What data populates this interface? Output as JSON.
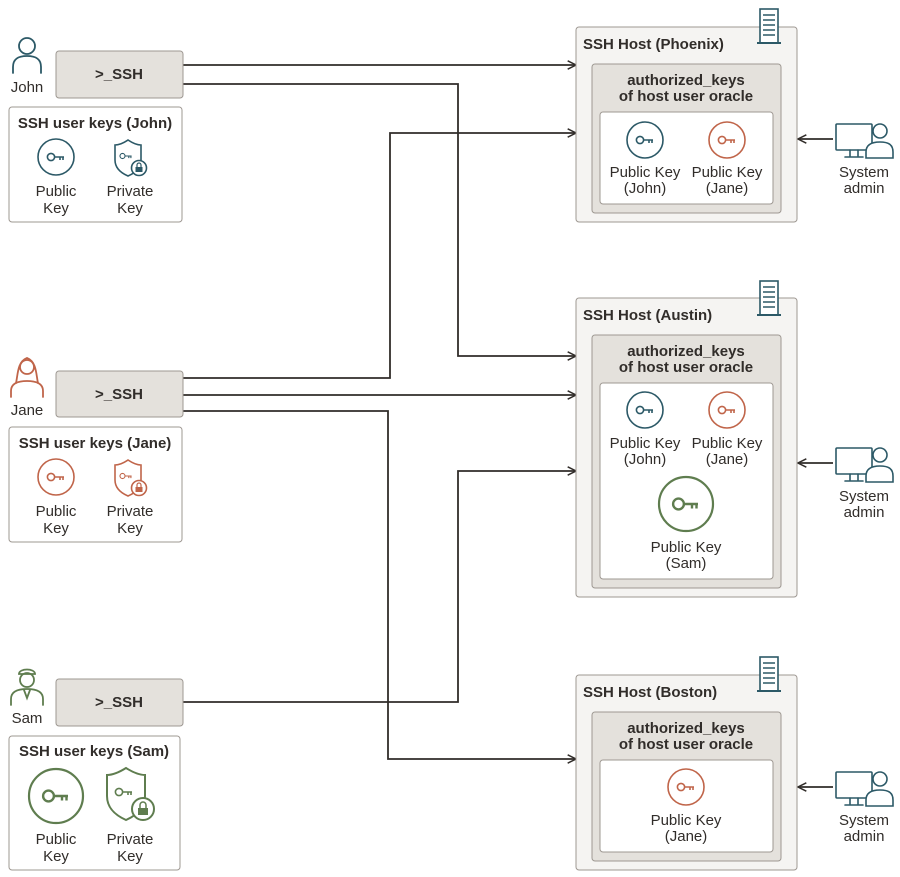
{
  "colors": {
    "john": "#2c5967",
    "jane": "#c0654a",
    "sam": "#5f7d4f",
    "host_bg": "#f5f4f2",
    "inner_bg": "#e4e1dc",
    "border": "#9e9892",
    "line": "#312d2a"
  },
  "users": [
    {
      "name": "John",
      "ssh_label": ">_SSH",
      "keys_title": "SSH user keys (John)",
      "public_label": [
        "Public",
        "Key"
      ],
      "private_label": [
        "Private",
        "Key"
      ],
      "icon": "person-icon"
    },
    {
      "name": "Jane",
      "ssh_label": ">_SSH",
      "keys_title": "SSH user keys (Jane)",
      "public_label": [
        "Public",
        "Key"
      ],
      "private_label": [
        "Private",
        "Key"
      ],
      "icon": "person-female-icon"
    },
    {
      "name": "Sam",
      "ssh_label": ">_SSH",
      "keys_title": "SSH user keys (Sam)",
      "public_label": [
        "Public",
        "Key"
      ],
      "private_label": [
        "Private",
        "Key"
      ],
      "icon": "person-cap-icon"
    }
  ],
  "hosts": [
    {
      "title": "SSH Host (Phoenix)",
      "inner_title": [
        "authorized_keys",
        "of host user oracle"
      ],
      "keys": [
        {
          "label": [
            "Public Key",
            "(John)"
          ],
          "owner": "john"
        },
        {
          "label": [
            "Public Key",
            "(Jane)"
          ],
          "owner": "jane"
        }
      ],
      "admin_label": [
        "System",
        "admin"
      ],
      "icon": "server-icon"
    },
    {
      "title": "SSH Host (Austin)",
      "inner_title": [
        "authorized_keys",
        "of host user oracle"
      ],
      "keys": [
        {
          "label": [
            "Public Key",
            "(John)"
          ],
          "owner": "john"
        },
        {
          "label": [
            "Public Key",
            "(Jane)"
          ],
          "owner": "jane"
        },
        {
          "label": [
            "Public Key",
            "(Sam)"
          ],
          "owner": "sam"
        }
      ],
      "admin_label": [
        "System",
        "admin"
      ],
      "icon": "server-icon"
    },
    {
      "title": "SSH Host (Boston)",
      "inner_title": [
        "authorized_keys",
        "of host user oracle"
      ],
      "keys": [
        {
          "label": [
            "Public Key",
            "(Jane)"
          ],
          "owner": "jane"
        }
      ],
      "admin_label": [
        "System",
        "admin"
      ],
      "icon": "server-icon"
    }
  ]
}
